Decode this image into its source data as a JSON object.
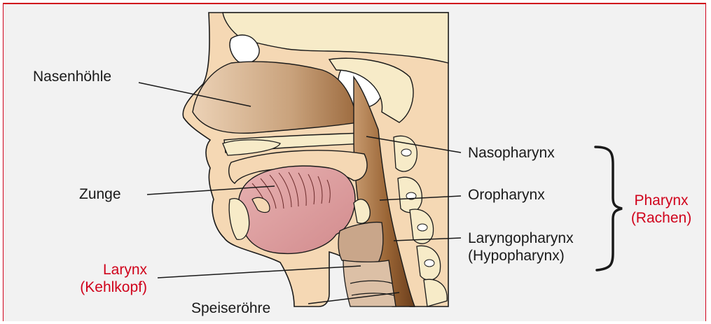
{
  "labels": {
    "nasenhoehle": "Nasenhöhle",
    "zunge": "Zunge",
    "larynx": "Larynx",
    "kehlkopf": "(Kehlkopf)",
    "speiseroehre": "Speiseröhre",
    "nasopharynx": "Nasopharynx",
    "oropharynx": "Oropharynx",
    "laryngopharynx": "Laryngopharynx",
    "hypopharynx": "(Hypopharynx)",
    "pharynx": "Pharynx",
    "rachen": "(Rachen)"
  },
  "colors": {
    "accent_red": "#d0021b",
    "frame_bg": "#f2f2f2",
    "skin": "#f5d8b4",
    "bone": "#f7ebc8",
    "tongue": "#d9989a",
    "airway_dark": "#7a4a22"
  }
}
